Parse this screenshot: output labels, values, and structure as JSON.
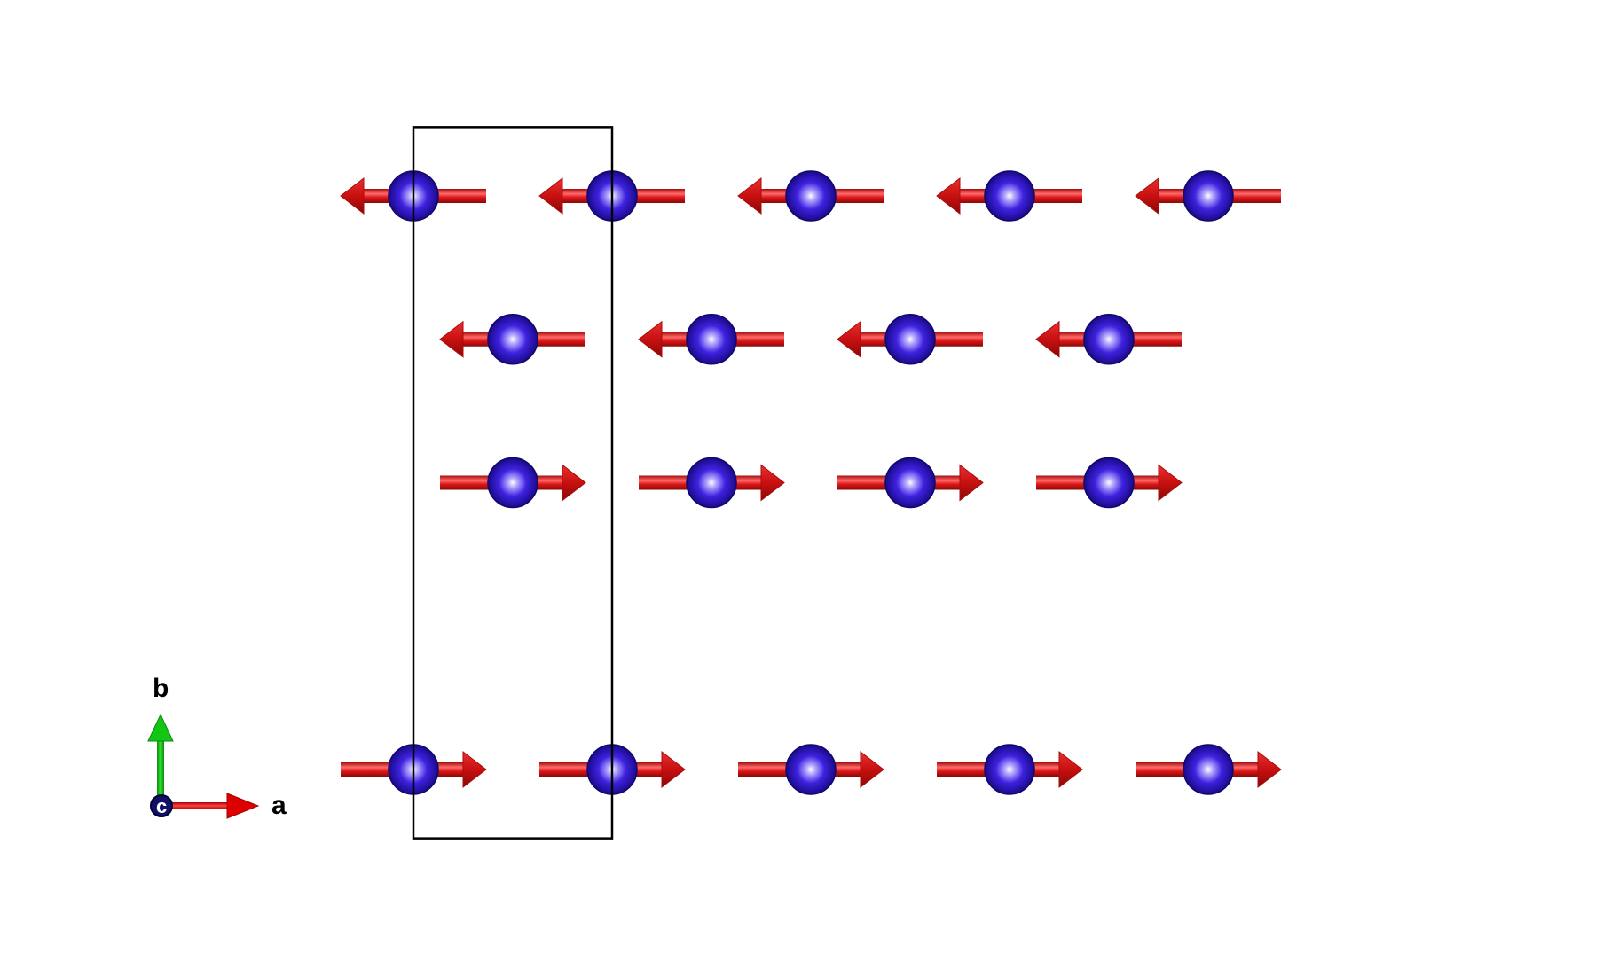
{
  "structure": {
    "lattice_a": 1,
    "lattice_b": 1,
    "spin_rows": [
      {
        "row": "top",
        "b": 1.0,
        "a_positions": [
          0,
          1,
          2,
          3,
          4
        ],
        "moment": "-a"
      },
      {
        "row": "upper-middle",
        "b": 0.75,
        "a_positions": [
          0.5,
          1.5,
          2.5,
          3.5
        ],
        "moment": "-a"
      },
      {
        "row": "lower-middle",
        "b": 0.5,
        "a_positions": [
          0.5,
          1.5,
          2.5,
          3.5
        ],
        "moment": "+a"
      },
      {
        "row": "bottom",
        "b": 0.0,
        "a_positions": [
          0,
          1,
          2,
          3,
          4
        ],
        "moment": "+a"
      }
    ],
    "unit_cell": {
      "a_range": [
        0,
        1
      ],
      "b_range": [
        -0.12,
        1.12
      ]
    }
  },
  "axes": {
    "a_label": "a",
    "b_label": "b",
    "c_label": "c"
  },
  "colors": {
    "atom": "#3a1fd6",
    "atom_highlight": "#c9c2ff",
    "spin_arrow": "#e01818",
    "spin_arrow_dark": "#a80c0c",
    "cell_edge": "#000000",
    "axis_a": "#dd0000",
    "axis_b": "#13c613",
    "axis_c": "#10106a",
    "background": "#ffffff"
  }
}
